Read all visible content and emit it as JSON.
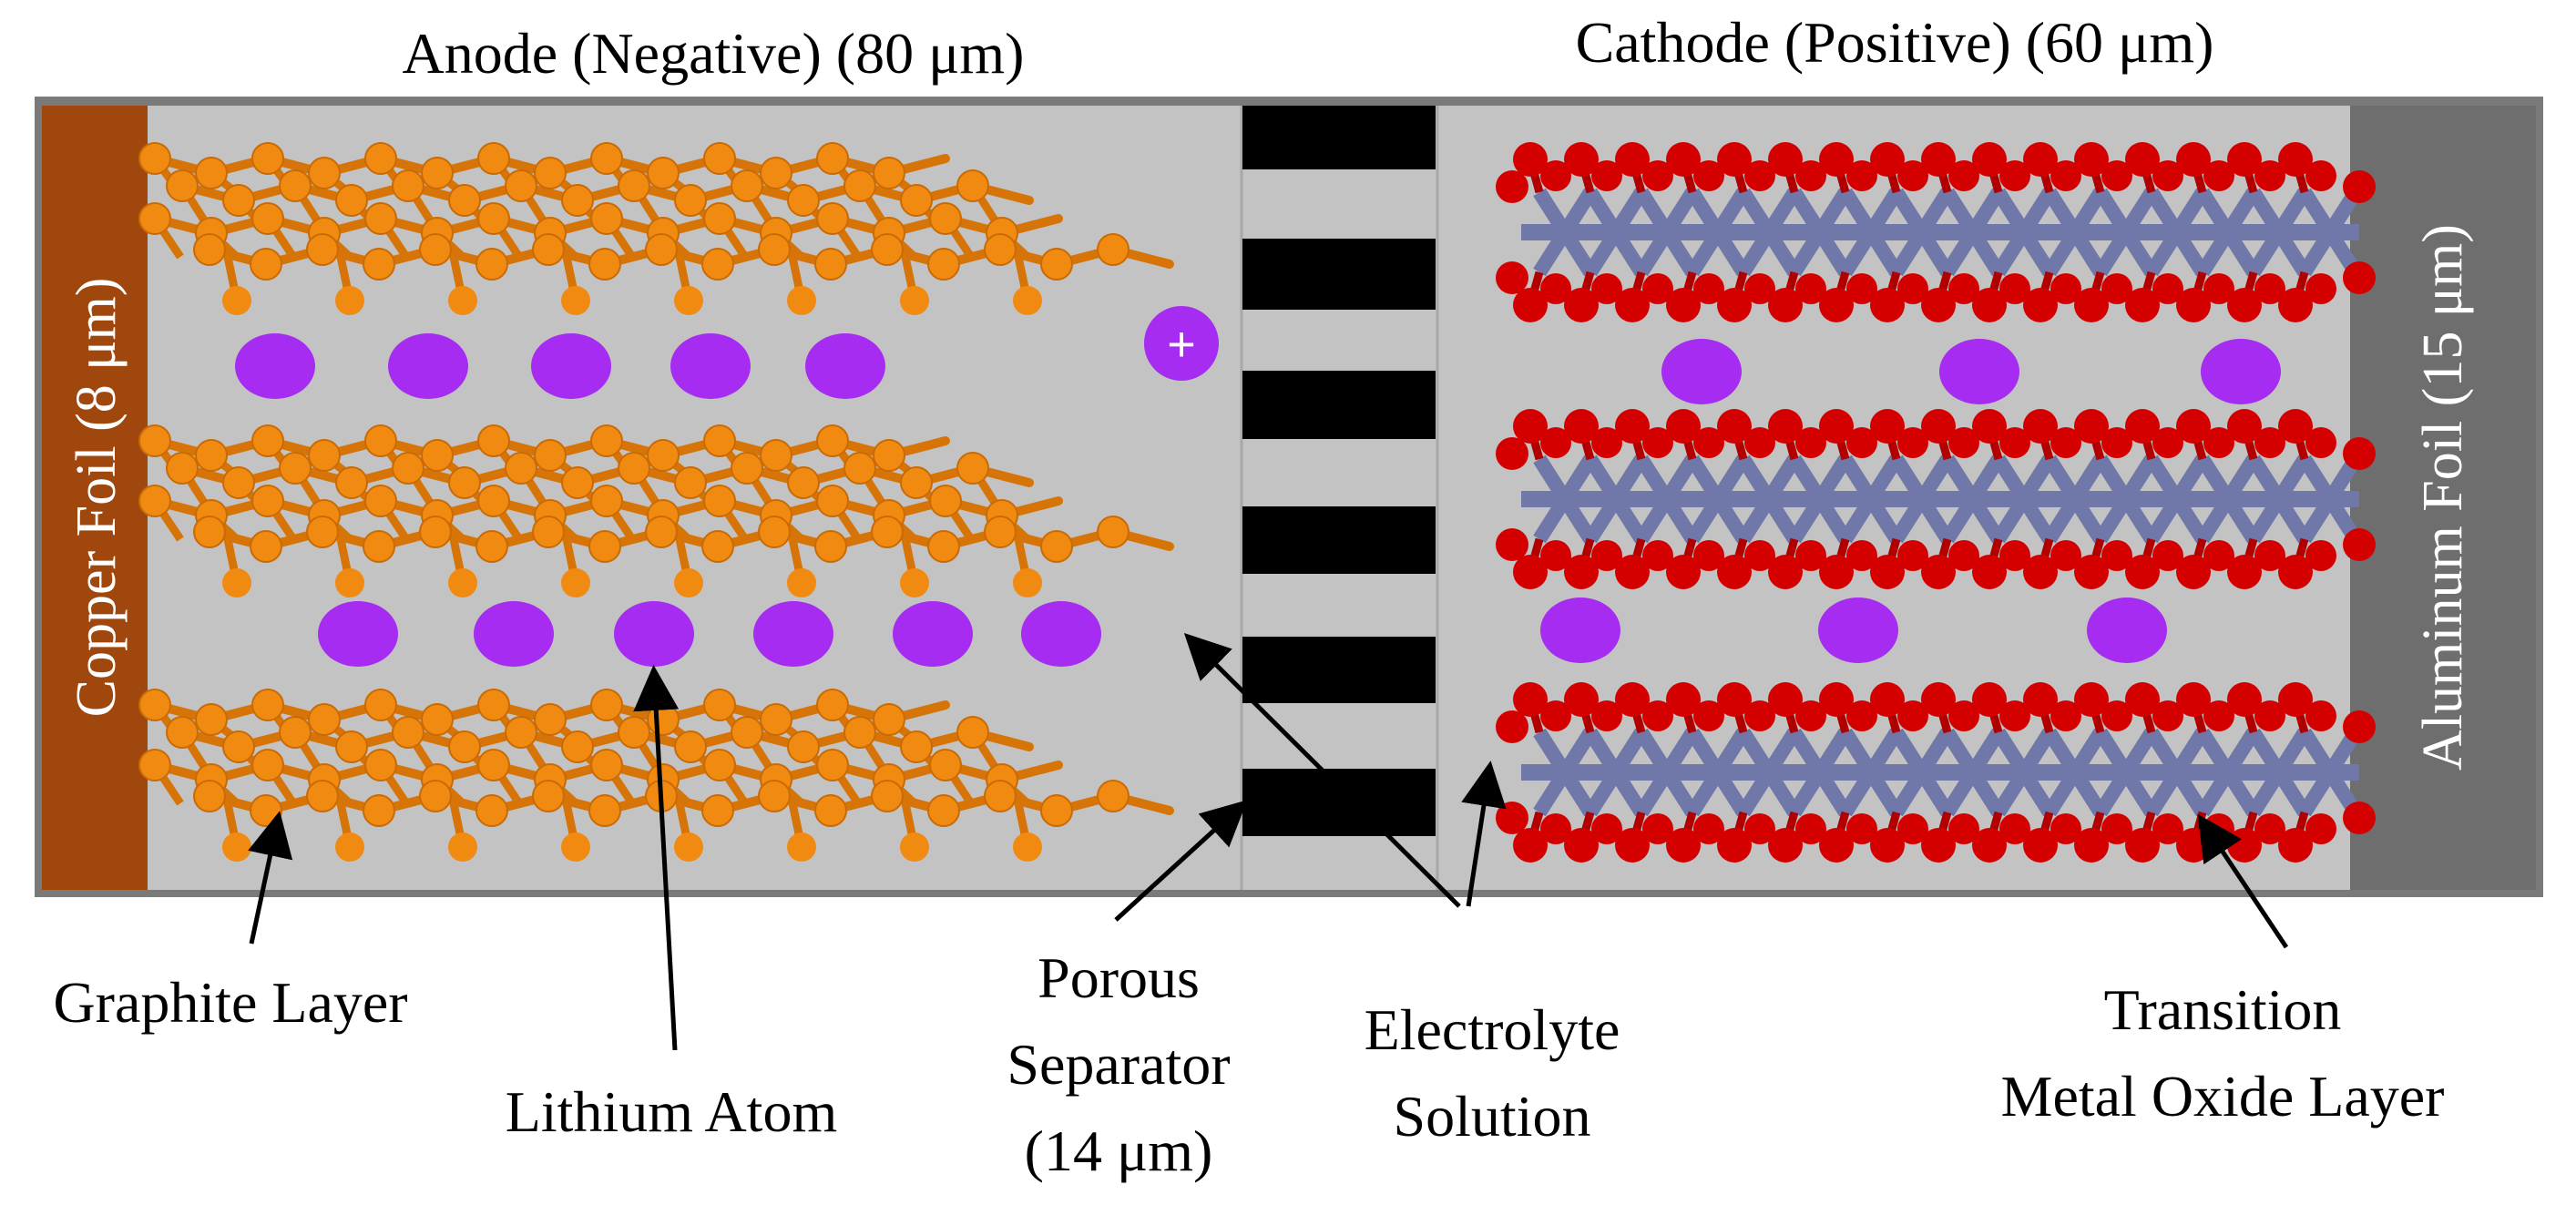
{
  "labels": {
    "anode_title": "Anode (Negative) (80 μm)",
    "cathode_title": "Cathode (Positive) (60 μm)",
    "copper_foil": "Copper Foil (8 μm)",
    "aluminum_foil": "Aluminum Foil (15 μm)",
    "graphite_layer": "Graphite Layer",
    "lithium_atom": "Lithium Atom",
    "porous_separator": [
      "Porous",
      "Separator",
      "(14 μm)"
    ],
    "electrolyte": [
      "Electrolyte",
      "Solution"
    ],
    "transition_metal": [
      "Transition",
      "Metal Oxide Layer"
    ],
    "ion_symbol": "+"
  },
  "colors": {
    "cell_background": "#c3c3c3",
    "copper": "#a0470e",
    "aluminum": "#6e6e6e",
    "graphite": "#f08a10",
    "lithium": "#a52cf0",
    "oxygen": "#d40000",
    "metal": "#6f78a8",
    "separator": "#000000"
  }
}
